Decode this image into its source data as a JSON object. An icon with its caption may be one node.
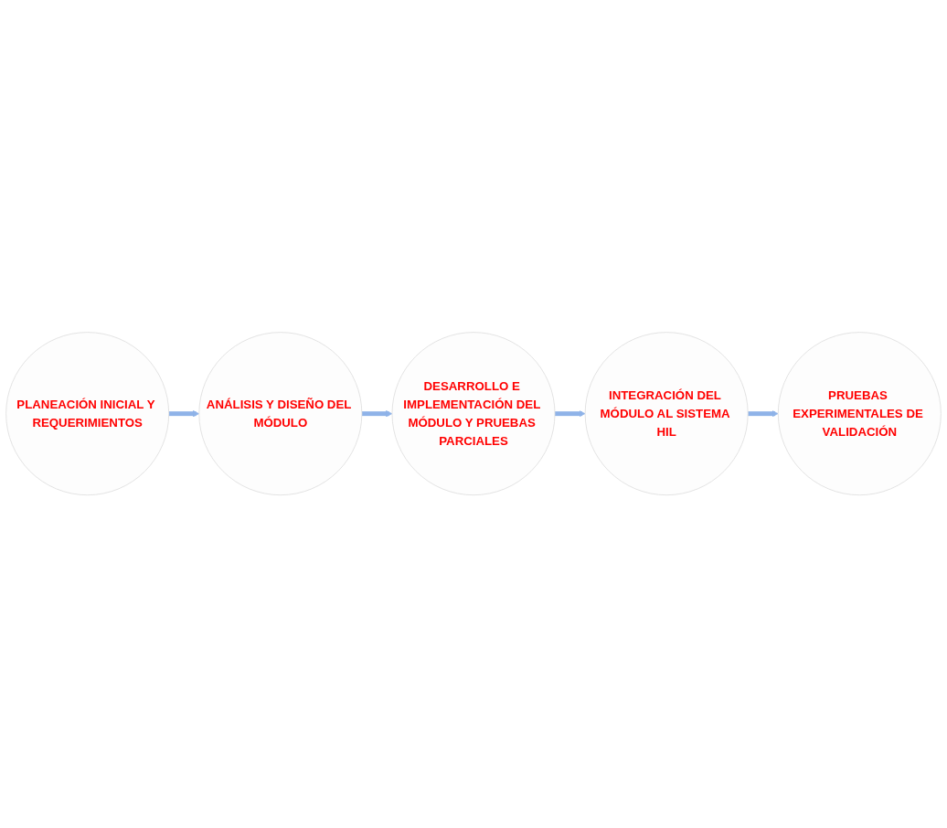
{
  "diagram": {
    "nodes": [
      {
        "text": [
          "PLANEACIÓN INICIAL Y REQUERIMIENTOS"
        ]
      },
      {
        "text": [
          "ANÁLISIS Y DISEÑO DEL MÓDULO"
        ]
      },
      {
        "text": [
          "DESARROLLO E IMPLEMENTACIÓN DEL MÓDULO Y PRUEBAS PARCIALES"
        ]
      },
      {
        "text": [
          "INTEGRACIÓN DEL MÓDULO AL SISTEMA HIL"
        ]
      },
      {
        "text": [
          "PRUEBAS EXPERIMENTALES DE VALIDACIÓN"
        ]
      }
    ],
    "edges": [
      {
        "from": 0,
        "to": 1,
        "arrow": "to"
      },
      {
        "from": 1,
        "to": 2,
        "arrow": "to"
      },
      {
        "from": 2,
        "to": 3,
        "arrow": "to"
      },
      {
        "from": 3,
        "to": 4,
        "arrow": "to"
      }
    ]
  }
}
